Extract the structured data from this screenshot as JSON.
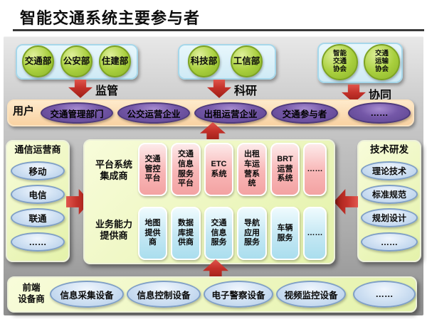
{
  "title": "智能交通系统主要参与者",
  "top_groups": [
    {
      "members": [
        "交通部",
        "公安部",
        "住建部"
      ],
      "arrow_label": "监管"
    },
    {
      "members": [
        "科技部",
        "工信部"
      ],
      "arrow_label": "科研"
    },
    {
      "members": [
        "智能\n交通\n协会",
        "交通\n运输\n协会"
      ],
      "arrow_label": "协同"
    }
  ],
  "users_band": {
    "label": "用户",
    "items": [
      "交通管理部门",
      "公交运营企业",
      "出租运营企业",
      "交通参与者",
      "……"
    ]
  },
  "left_column": {
    "title": "通信运营商",
    "items": [
      "移动",
      "电信",
      "联通",
      "……"
    ]
  },
  "right_column": {
    "title": "技术研发",
    "items": [
      "理论技术",
      "标准规范",
      "规划设计",
      "……"
    ]
  },
  "center_panel": {
    "rows": [
      {
        "label": "平台系统\n集成商",
        "items": [
          "交通\n管控\n平台",
          "交通\n信息\n服务\n平台",
          "ETC\n系统",
          "出租\n车运\n营系\n统",
          "BRT\n运营\n系统",
          "……"
        ]
      },
      {
        "label": "业务能力\n提供商",
        "items": [
          "地图\n提供\n商",
          "数据\n库提\n供商",
          "交通\n信息\n服务",
          "导航\n应用\n服务",
          "车辆\n服务",
          "……"
        ]
      }
    ]
  },
  "bottom_band": {
    "label": "前端\n设备商",
    "items": [
      "信息采集设备",
      "信息控制设备",
      "电子警察设备",
      "视频监控设备",
      "……"
    ]
  },
  "colors": {
    "arrow_red": "#c3312a",
    "circle_green": "#a8cf3d",
    "ellipse_purple": "#7558a8",
    "ellipse_blue": "#cddff2",
    "box_pink": "#f8b6b6",
    "box_cyan": "#c3e7f3",
    "panel_green": "#e9f5b2",
    "band_peach": "#f9d9ac",
    "container_blue": "#d8f0f8"
  }
}
